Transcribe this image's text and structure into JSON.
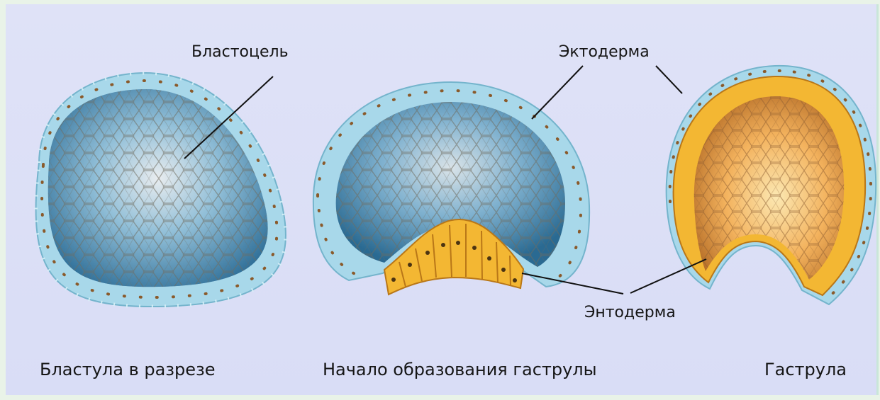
{
  "labels": {
    "blastocoel": "Бластоцель",
    "ectoderm": "Эктодерма",
    "endoderm": "Энтодерма"
  },
  "stages": {
    "blastula": "Бластула в разрезе",
    "gastrulation_start": "Начало образования гаструлы",
    "gastrula": "Гаструла"
  },
  "colors": {
    "ectoderm": "#a8d8ea",
    "endoderm": "#f3b733",
    "blastocoel_blue": "#4f93bb",
    "gastrula_cavity": "#f1b056",
    "background": "#dfe2f7"
  }
}
